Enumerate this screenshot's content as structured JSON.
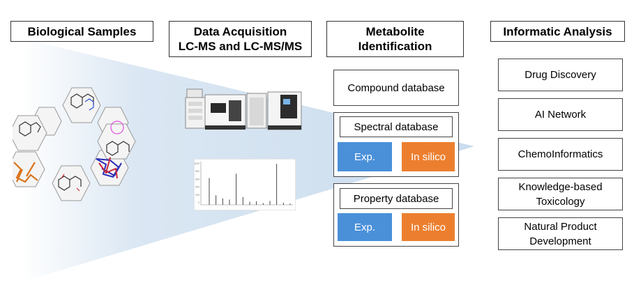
{
  "columns": [
    {
      "title": "Biological Samples"
    },
    {
      "title": "Data Acquisition\nLC-MS and LC-MS/MS"
    },
    {
      "title": "Metabolite\nIdentification"
    },
    {
      "title": "Informatic Analysis"
    }
  ],
  "identification": {
    "compound_db": "Compound database",
    "spectral_db": {
      "label": "Spectral database",
      "exp": "Exp.",
      "insilico": "In silico"
    },
    "property_db": {
      "label": "Property database",
      "exp": "Exp.",
      "insilico": "In silico"
    }
  },
  "analysis": {
    "items": [
      "Drug Discovery",
      "AI Network",
      "ChemoInformatics",
      "Knowledge-based\nToxicology",
      "Natural Product\nDevelopment"
    ]
  },
  "colors": {
    "exp": "#4a90d9",
    "insilico": "#ec7f2f",
    "beam": "#c9dcee"
  },
  "spectrum": {
    "tick_labels": [
      "1000",
      "800",
      "600",
      "400",
      "200",
      "0"
    ],
    "peaks": [
      0.62,
      0.22,
      0.15,
      0.12,
      0.72,
      0.18,
      0.07,
      0.08,
      0.04,
      0.09,
      0.95,
      0.05,
      0.03
    ]
  }
}
